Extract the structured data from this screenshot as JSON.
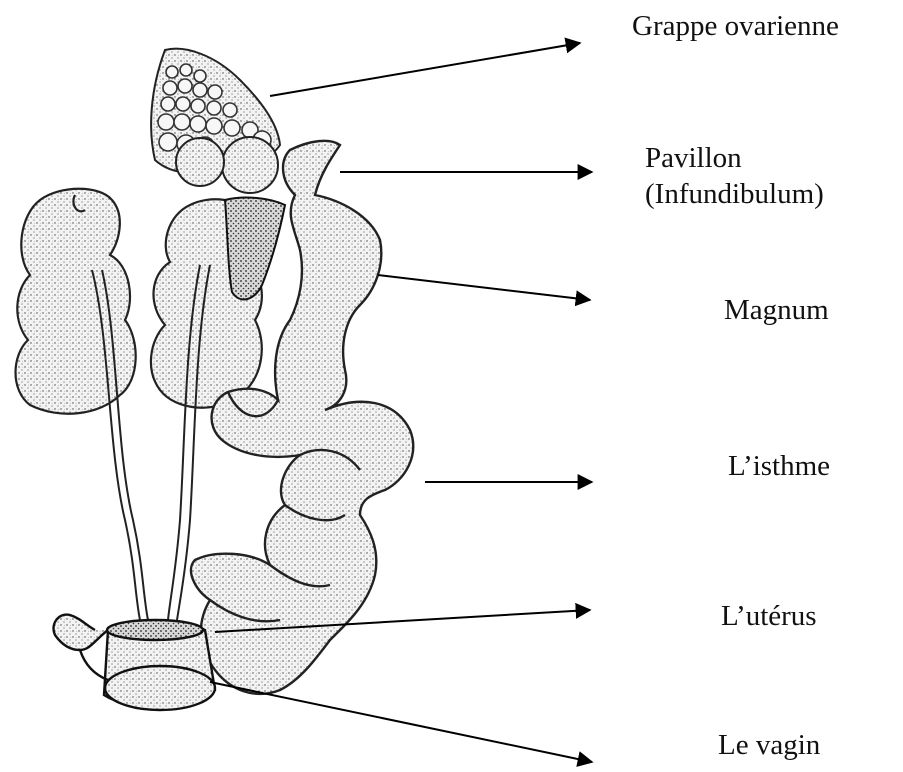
{
  "labels": {
    "ovarian_cluster": "Grappe ovarienne",
    "pavilion": "Pavillon",
    "infundibulum": "(Infundibulum)",
    "magnum": "Magnum",
    "isthmus": "L’isthme",
    "uterus": "L’utérus",
    "vagina": "Le vagin"
  },
  "colors": {
    "ink": "#111111",
    "fill": "#f2f2f2",
    "background": "#ffffff"
  }
}
